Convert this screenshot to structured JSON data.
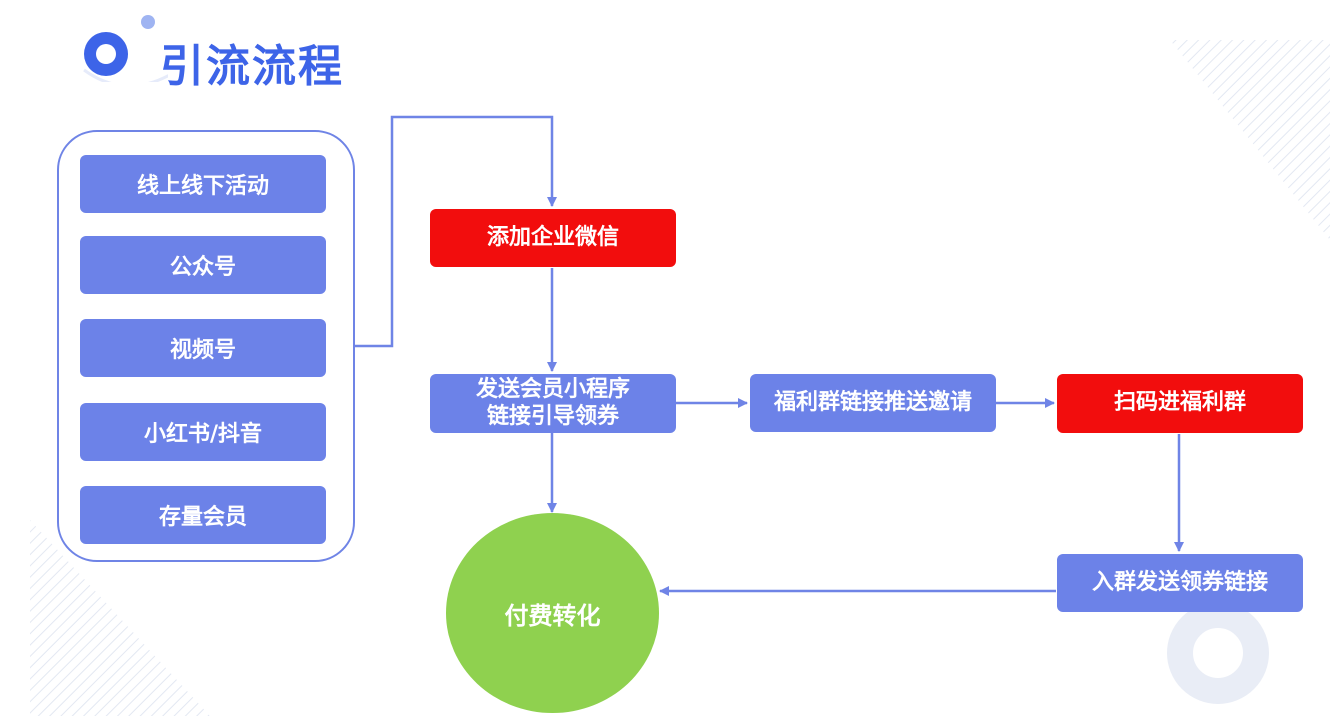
{
  "page": {
    "title": "引流流程"
  },
  "sources": [
    "线上线下活动",
    "公众号",
    "视频号",
    "小红书/抖音",
    "存量会员"
  ],
  "nodes": {
    "add_wecom": "添加企业微信",
    "send_miniprogram_line1": "发送会员小程序",
    "send_miniprogram_line2": "链接引导领券",
    "push_invite": "福利群链接推送邀请",
    "scan_join": "扫码进福利群",
    "group_coupon": "入群发送领券链接",
    "conversion": "付费转化"
  },
  "colors": {
    "primary_blue": "#6c82e8",
    "title_blue": "#3d64e8",
    "highlight_red": "#f20d0d",
    "conversion_green": "#8fd14f",
    "connector": "#6f84e6"
  }
}
